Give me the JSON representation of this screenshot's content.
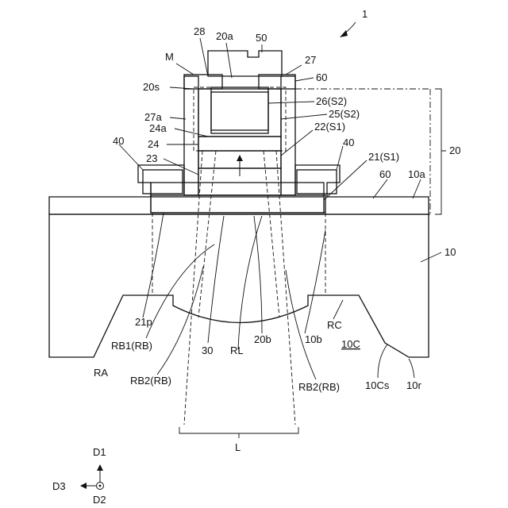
{
  "figure_number": "1",
  "labels": {
    "l28": "28",
    "l20a": "20a",
    "l50": "50",
    "lM": "M",
    "l27": "27",
    "l60t": "60",
    "l20s": "20s",
    "l26": "26(S2)",
    "l25": "25(S2)",
    "l27a": "27a",
    "l24a": "24a",
    "l22": "22(S1)",
    "l24": "24",
    "l40l": "40",
    "l40r": "40",
    "l23": "23",
    "l21": "21(S1)",
    "l20": "20",
    "l60r": "60",
    "l10a": "10a",
    "l10": "10",
    "l21p": "21p",
    "lRC": "RC",
    "lRB1": "RB1(RB)",
    "l30": "30",
    "lRL": "RL",
    "l20b": "20b",
    "l10b": "10b",
    "l10C": "10C",
    "lRA": "RA",
    "l10Cs": "10Cs",
    "l10r": "10r",
    "lRB2l": "RB2(RB)",
    "lRB2r": "RB2(RB)",
    "lL": "L"
  },
  "axes": {
    "d1": "D1",
    "d2": "D2",
    "d3": "D3"
  }
}
